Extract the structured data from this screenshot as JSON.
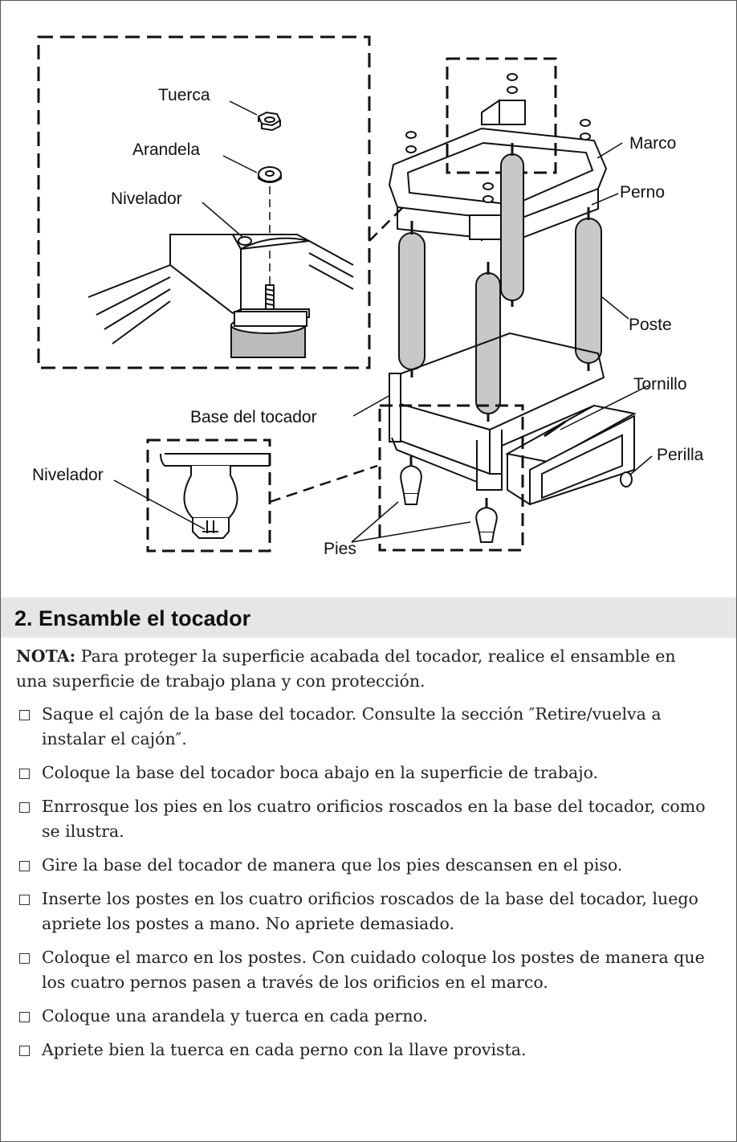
{
  "diagram": {
    "labels": {
      "tuerca": "Tuerca",
      "arandela": "Arandela",
      "nivelador_detalle": "Nivelador",
      "marco": "Marco",
      "perno": "Perno",
      "poste": "Poste",
      "tornillo": "Tornillo",
      "base_del_tocador": "Base del tocador",
      "perilla": "Perilla",
      "nivelador_pie": "Nivelador",
      "pies": "Pies"
    }
  },
  "section": {
    "title": "2. Ensamble el tocador",
    "note_label": "NOTA:",
    "note_text": " Para proteger la superficie acabada del tocador, realice el ensamble en una superficie de trabajo plana y con protección.",
    "steps": [
      "Saque el cajón de la base del tocador. Consulte la sección ″Retire/vuelva a instalar el cajón″.",
      "Coloque la base del tocador boca abajo en la superficie de trabajo.",
      "Enrrosque los pies en los cuatro orificios roscados en la base del tocador, como se ilustra.",
      "Gire la base del tocador de manera que los pies descansen en el piso.",
      "Inserte los postes en los cuatro orificios roscados de la base del tocador, luego apriete los postes a mano. No apriete demasiado.",
      "Coloque el marco en los postes. Con cuidado coloque los postes de manera que los cuatro pernos pasen a través de los orificios en el marco.",
      "Coloque una arandela y tuerca en cada perno.",
      "Apriete bien la tuerca en cada perno con la llave provista."
    ]
  }
}
